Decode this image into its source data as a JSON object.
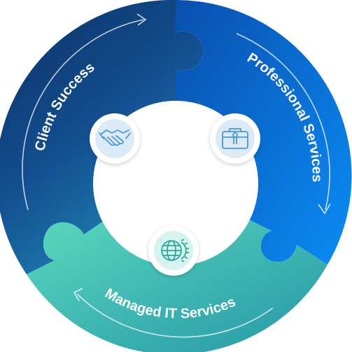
{
  "segments": [
    {
      "id": "client-success",
      "label": "Client Success",
      "icon": "handshake-icon"
    },
    {
      "id": "professional-services",
      "label": "Professional Services",
      "icon": "toolbox-icon"
    },
    {
      "id": "managed-it-services",
      "label": "Managed IT Services",
      "icon": "globe-gear-icon"
    }
  ],
  "colors": {
    "client_success_dark": "#0d3a73",
    "client_success_mid": "#1762a8",
    "professional_services_dark": "#0a5cc7",
    "professional_services_light": "#0a86f0",
    "managed_it_light": "#4fd1b8",
    "managed_it_dark": "#2aa0a8",
    "icon_bg_blue": "#dbeaf7",
    "icon_bg_teal": "#d6f3ef",
    "icon_stroke_blue": "#4d97d4",
    "icon_stroke_teal": "#29a89d"
  }
}
